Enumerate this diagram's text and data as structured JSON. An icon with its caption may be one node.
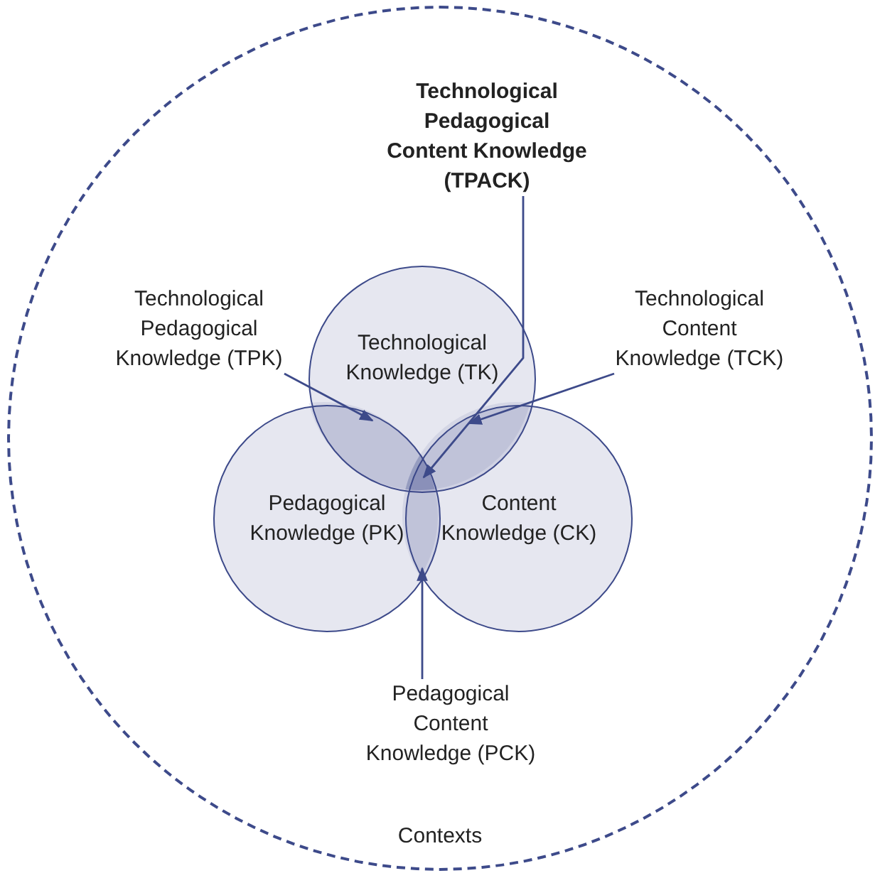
{
  "diagram": {
    "nodes": [
      {
        "text": [
          "Contexts"
        ]
      },
      {
        "text": [
          "Technological Knowledge (TK)"
        ],
        "in": 0
      },
      {
        "text": [
          "Pedagogical Knowledge (PK)"
        ],
        "in": 0
      },
      {
        "text": [
          "Content Knowledge (CK)"
        ],
        "in": 0
      },
      {
        "text": [
          "Technological Pedagogical Content Knowledge (TPACK)"
        ],
        "in": 0
      },
      {
        "text": [
          "Technological Pedagogical Knowledge (TPK)"
        ],
        "in": 0
      },
      {
        "text": [
          "Technological Content Knowledge (TCK)"
        ],
        "in": 0
      },
      {
        "text": [
          "Pedagogical Content Knowledge (PCK)"
        ],
        "in": 0
      },
      {
        "text": [],
        "shape": "lens"
      },
      {
        "text": [],
        "shape": "lens"
      },
      {
        "text": [],
        "shape": "lens"
      },
      {
        "text": [],
        "shape": "triangle"
      }
    ],
    "edges": [
      {
        "from": 5,
        "to": 8,
        "arrow": "to"
      },
      {
        "from": 6,
        "to": 9,
        "arrow": "to"
      },
      {
        "from": 7,
        "to": 10,
        "arrow": "to"
      },
      {
        "from": 4,
        "to": 11,
        "arrow": "to"
      }
    ]
  }
}
